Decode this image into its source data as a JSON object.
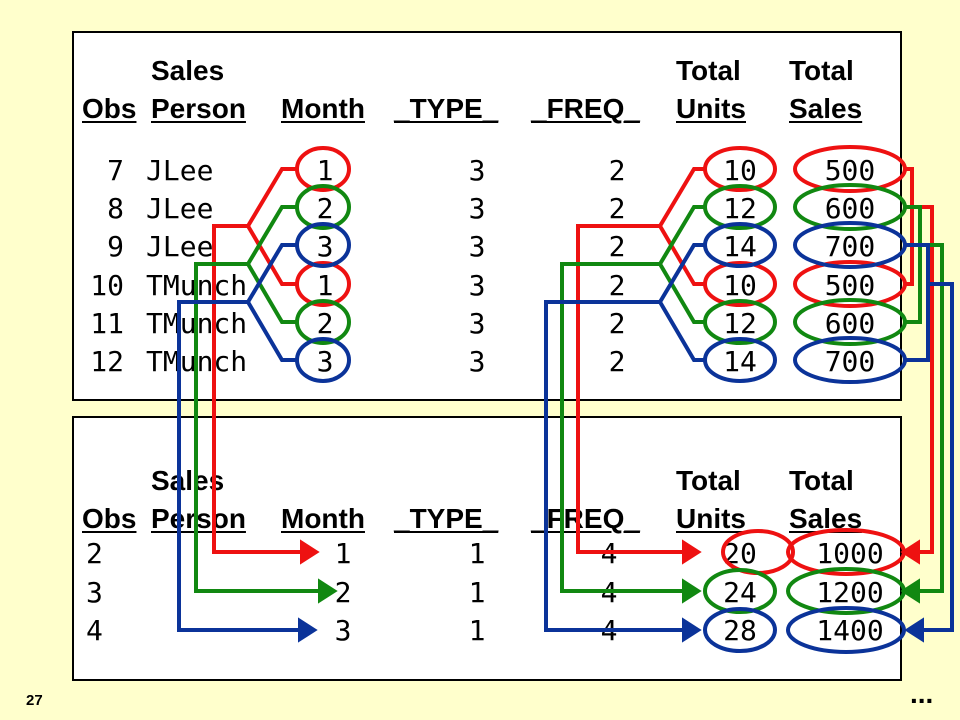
{
  "input_table": {
    "headers": {
      "obs": "Obs",
      "sales_person_line1": "Sales",
      "sales_person_line2": "Person",
      "month": "Month",
      "type": "_TYPE_",
      "freq": "_FREQ_",
      "total_units_line1": "Total",
      "total_units_line2": "Units",
      "total_sales_line1": "Total",
      "total_sales_line2": "Sales"
    },
    "rows": [
      {
        "obs": "7",
        "person": "JLee",
        "month": "1",
        "type": "3",
        "freq": "2",
        "units": "10",
        "sales": "500"
      },
      {
        "obs": "8",
        "person": "JLee",
        "month": "2",
        "type": "3",
        "freq": "2",
        "units": "12",
        "sales": "600"
      },
      {
        "obs": "9",
        "person": "JLee",
        "month": "3",
        "type": "3",
        "freq": "2",
        "units": "14",
        "sales": "700"
      },
      {
        "obs": "10",
        "person": "TMunch",
        "month": "1",
        "type": "3",
        "freq": "2",
        "units": "10",
        "sales": "500"
      },
      {
        "obs": "11",
        "person": "TMunch",
        "month": "2",
        "type": "3",
        "freq": "2",
        "units": "12",
        "sales": "600"
      },
      {
        "obs": "12",
        "person": "TMunch",
        "month": "3",
        "type": "3",
        "freq": "2",
        "units": "14",
        "sales": "700"
      }
    ]
  },
  "output_table": {
    "headers": {
      "obs": "Obs",
      "sales_person_line1": "Sales",
      "sales_person_line2": "Person",
      "month": "Month",
      "type": "_TYPE_",
      "freq": "_FREQ_",
      "total_units_line1": "Total",
      "total_units_line2": "Units",
      "total_sales_line1": "Total",
      "total_sales_line2": "Sales"
    },
    "rows": [
      {
        "obs": "2",
        "month": "1",
        "type": "1",
        "freq": "4",
        "units": "20",
        "sales": "1000"
      },
      {
        "obs": "3",
        "month": "2",
        "type": "1",
        "freq": "4",
        "units": "24",
        "sales": "1200"
      },
      {
        "obs": "4",
        "month": "3",
        "type": "1",
        "freq": "4",
        "units": "28",
        "sales": "1400"
      }
    ]
  },
  "group_colors": {
    "month_1": "#EE1111",
    "month_2": "#118811",
    "month_3": "#0B3399"
  },
  "footer": {
    "slide_number": "27",
    "continuation": "..."
  }
}
